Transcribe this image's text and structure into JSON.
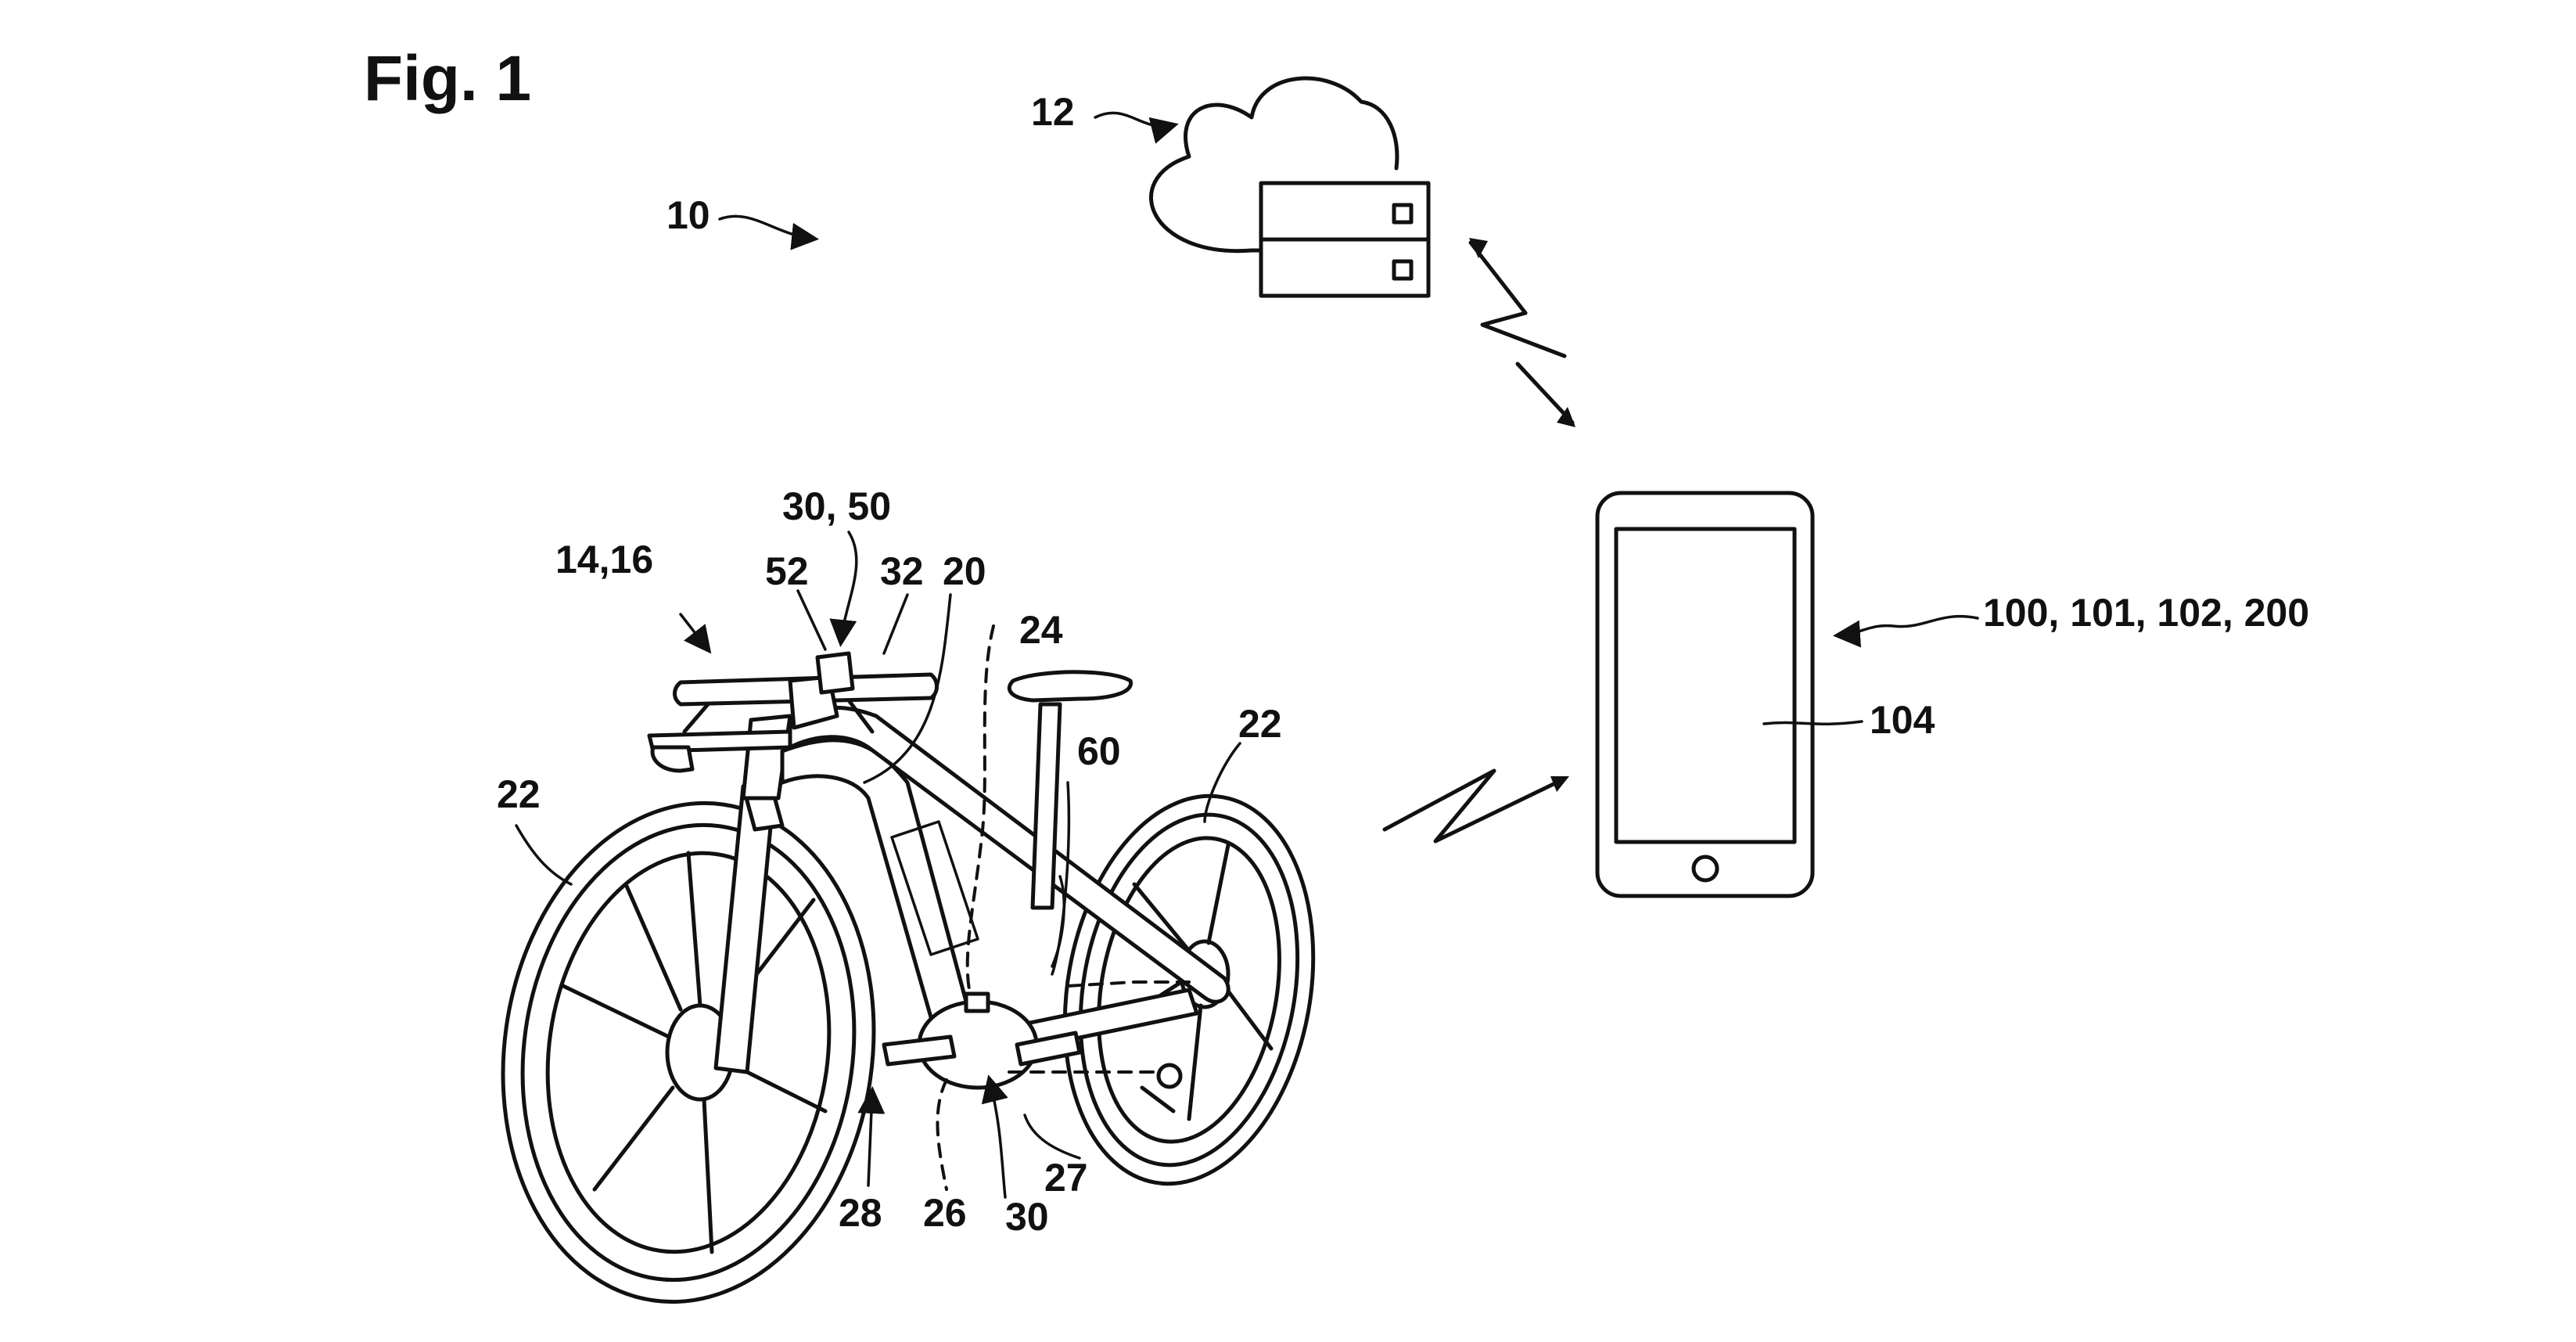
{
  "figure": {
    "title": "Fig. 1",
    "refs": {
      "system": "10",
      "cloud": "12",
      "handlebar": "14,16",
      "unit_top": "30, 50",
      "part_52": "52",
      "part_32": "32",
      "frame": "20",
      "cable": "24",
      "part_60": "60",
      "wheel_rear": "22",
      "wheel_front": "22",
      "phone": "100, 101, 102, 200",
      "screen": "104",
      "part_28": "28",
      "part_26": "26",
      "unit_bottom": "30",
      "part_27": "27"
    }
  }
}
